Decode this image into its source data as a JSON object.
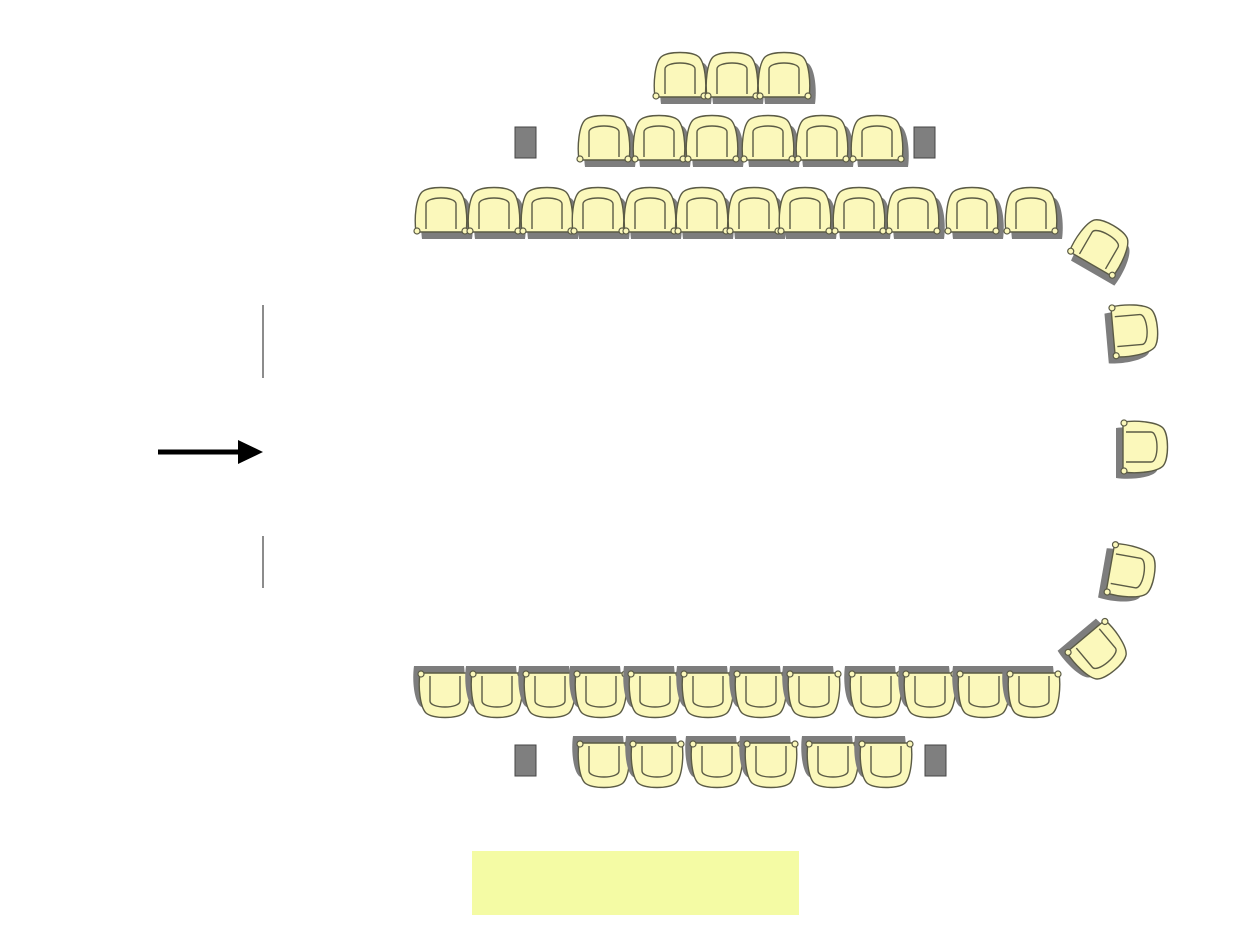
{
  "diagram": {
    "kind": "seating-layout",
    "colors": {
      "chair_fill": "#fbf8bb",
      "chair_outline": "#5b5b45",
      "chair_shadow": "#7d7d7d",
      "block": "#7f7f7f",
      "block_outline": "#444444",
      "arrow": "#000000",
      "line": "#666666",
      "label_box": "#f4fba4"
    },
    "icons": {
      "chair": "armchair-icon",
      "block": "gray-block-icon",
      "arrow": "right-arrow-icon"
    },
    "rows": [
      {
        "name": "top-row-1",
        "count": 3
      },
      {
        "name": "top-row-2",
        "count": 6
      },
      {
        "name": "top-row-3",
        "count": 12
      },
      {
        "name": "right-arc",
        "count": 5
      },
      {
        "name": "bottom-row-1",
        "count": 12
      },
      {
        "name": "bottom-row-2",
        "count": 6
      }
    ],
    "blocks_count": 4,
    "label_box": {
      "text": ""
    }
  }
}
